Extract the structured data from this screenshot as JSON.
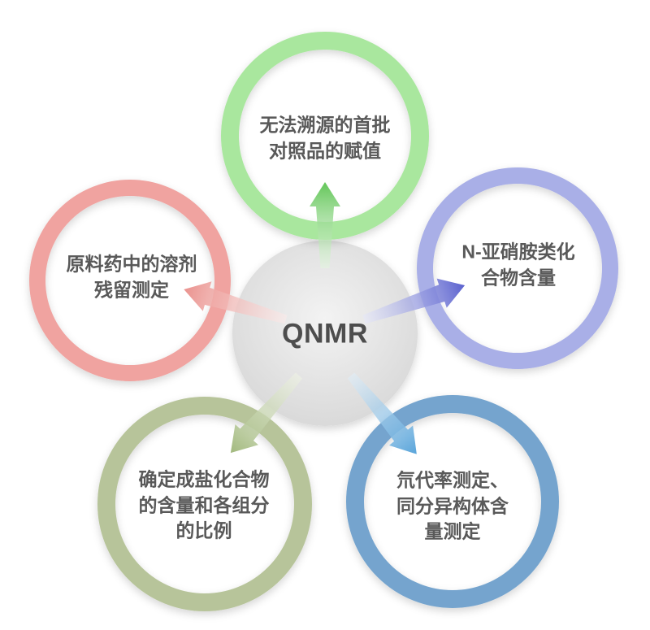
{
  "background": "#ffffff",
  "text_color": "#595959",
  "center": {
    "label": "QNMR",
    "fill_light": "#f3f3f3",
    "fill_dark": "#d5d5d5",
    "text_color": "#4d4d4d"
  },
  "nodes": [
    {
      "id": "top",
      "lines": [
        "无法溯源的首批",
        "对照品的赋值"
      ],
      "ring_color": "#a9e79e",
      "arrow_color": "#63c659",
      "arrow_tail_color": "#e3f6df"
    },
    {
      "id": "upper-right",
      "lines": [
        "N-亚硝胺类化",
        "合物含量"
      ],
      "ring_color": "#a9afe7",
      "arrow_color": "#5a61ce",
      "arrow_tail_color": "#e6e8f9"
    },
    {
      "id": "lower-right",
      "lines": [
        "氘代率测定、",
        "同分异构体含",
        "量测定"
      ],
      "ring_color": "#74a4ce",
      "arrow_color": "#58a4da",
      "arrow_tail_color": "#e0eef8"
    },
    {
      "id": "lower-left",
      "lines": [
        "确定成盐化合物",
        "的含量和各组分",
        "的比例"
      ],
      "ring_color": "#b7c49a",
      "arrow_color": "#a2b97e",
      "arrow_tail_color": "#eff3e5"
    },
    {
      "id": "upper-left",
      "lines": [
        "原料药中的溶剂",
        "残留测定"
      ],
      "ring_color": "#f0a3a0",
      "arrow_color": "#ea928e",
      "arrow_tail_color": "#fcebea"
    }
  ]
}
